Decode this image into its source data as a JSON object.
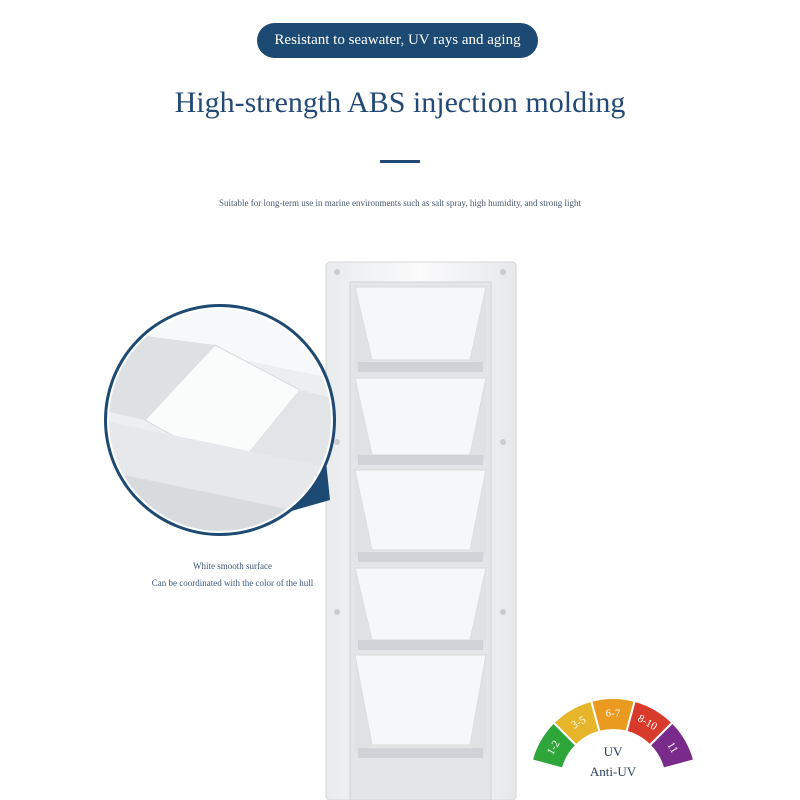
{
  "header": {
    "pill_text": "Resistant to seawater, UV rays and aging",
    "title": "High-strength ABS injection molding",
    "subtitle": "Suitable for long-term use in marine environments such as salt spray, high humidity, and strong light"
  },
  "zoom_caption": {
    "line1": "White smooth surface",
    "line2": "Can be coordinated with the color of the hull"
  },
  "uv_gauge": {
    "segments": [
      {
        "label": "1-2",
        "color": "#2ea63a"
      },
      {
        "label": "3-5",
        "color": "#e7b52a"
      },
      {
        "label": "6-7",
        "color": "#e99a1f"
      },
      {
        "label": "8-10",
        "color": "#d83a2b"
      },
      {
        "label": "11",
        "color": "#7a2a8a"
      }
    ],
    "center_top": "UV",
    "center_bottom": "Anti-UV"
  },
  "colors": {
    "brand_blue": "#1d4a72",
    "product_white": "#f4f5f6"
  }
}
